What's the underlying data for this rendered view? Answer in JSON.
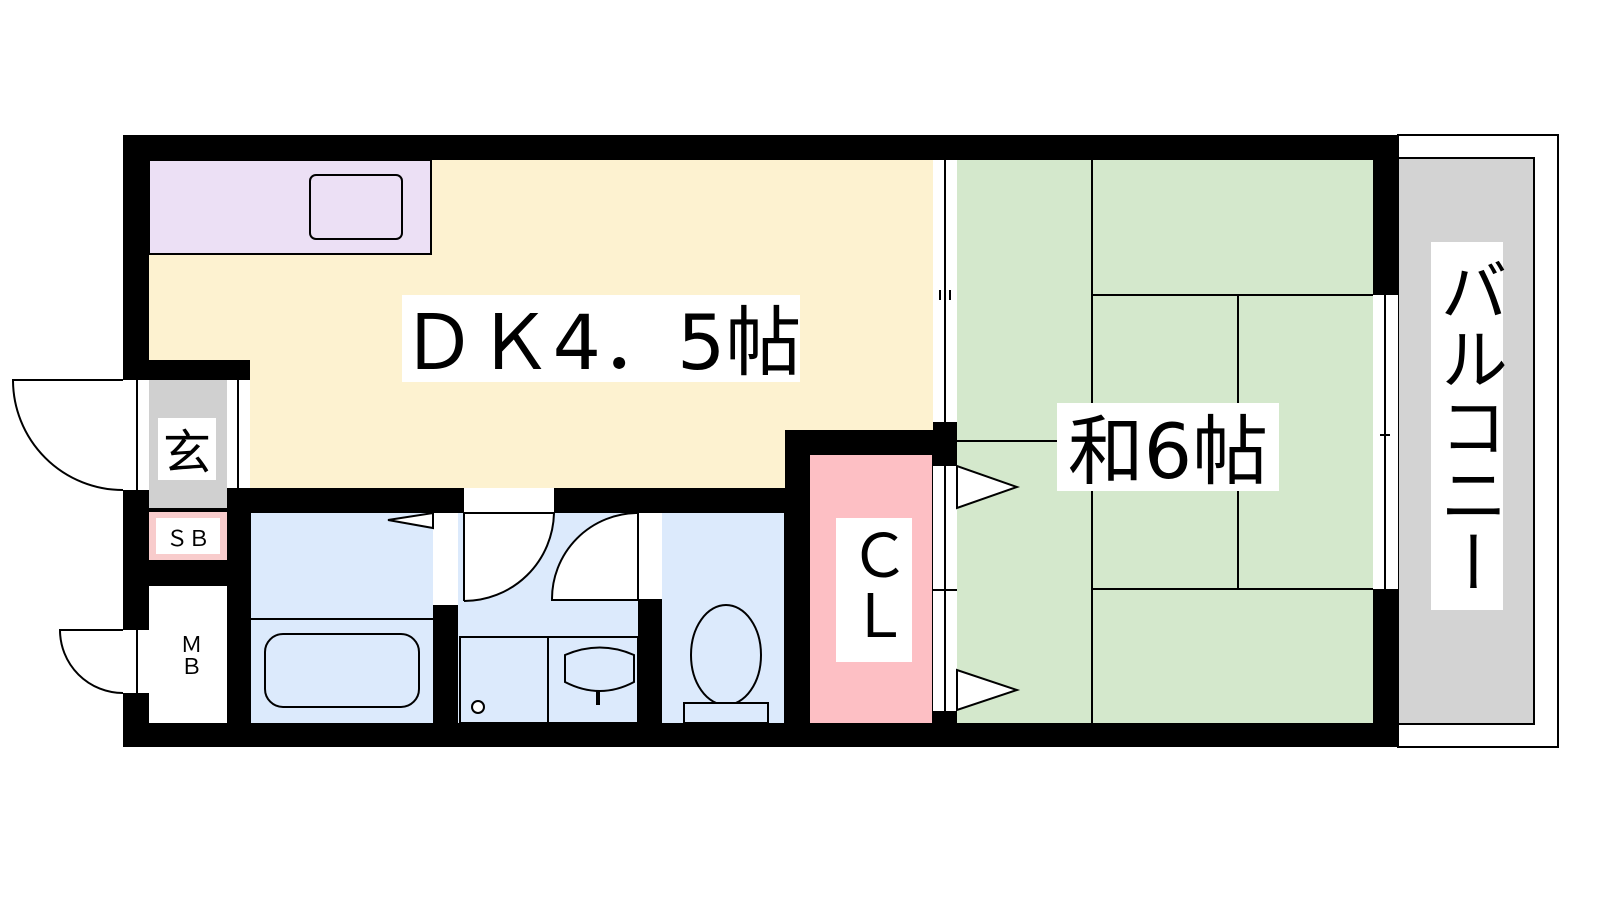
{
  "rooms": {
    "dk": {
      "label": "ＤＫ4．5帖"
    },
    "washitsu": {
      "label": "和6帖"
    },
    "closet": {
      "label": "ＣＬ"
    },
    "genkan": {
      "label": "玄"
    },
    "shoe_box": {
      "label": "ＳＢ"
    },
    "meter_box": {
      "label": "ＭＢ"
    },
    "balcony": {
      "label": "バルコニー"
    }
  },
  "colors": {
    "dk": "#fdf2d0",
    "washitsu": "#d4e8cc",
    "closet": "#fdbfc4",
    "wet_areas": "#dceafc",
    "kitchen_counter": "#ece0f5",
    "genkan": "#d0d0d0",
    "balcony": "#d3d3d3",
    "shoe_box": "#f8cccc",
    "walls": "#000000"
  }
}
